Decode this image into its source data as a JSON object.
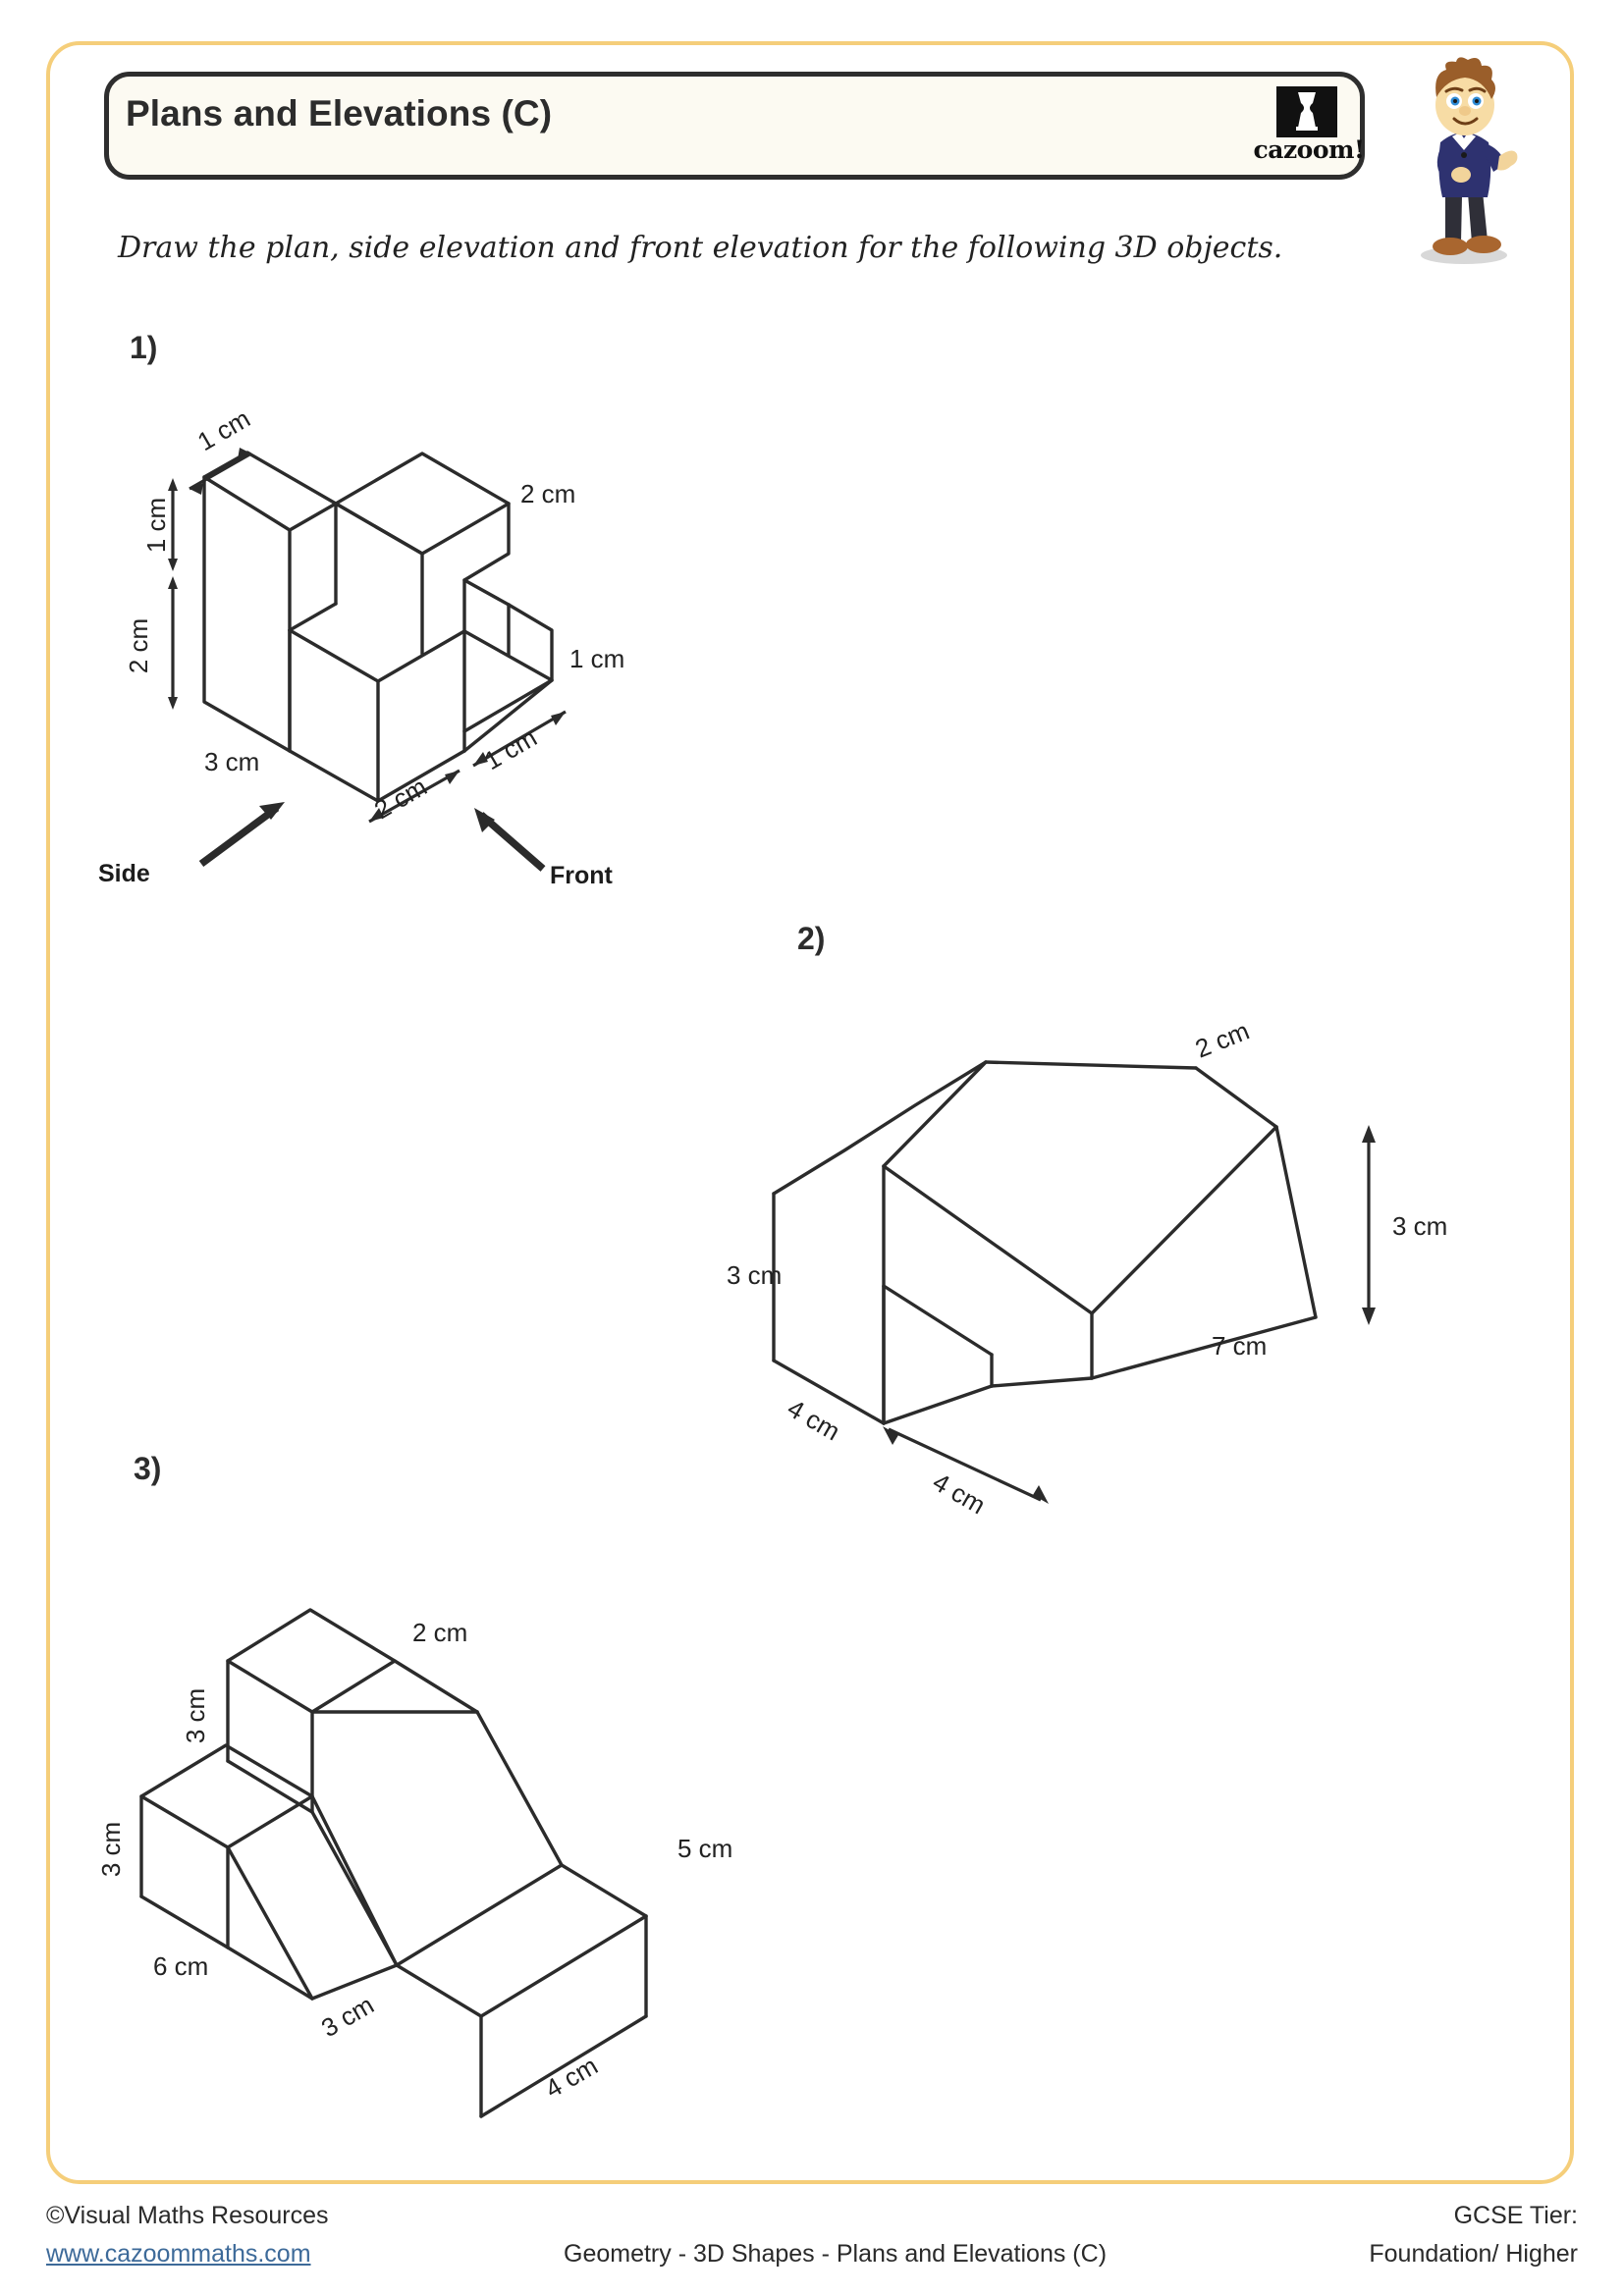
{
  "page": {
    "title": "Plans and Elevations (C)",
    "instruction": "Draw the plan, side elevation and front elevation for the following 3D objects."
  },
  "brand": {
    "logo_word": "cazoom!",
    "logo_icon": "hourglass-goblet-mark"
  },
  "questions": [
    {
      "number": "1)",
      "shape": "stepped-rectangular-block",
      "labels": {
        "top_left_depth": "1 cm",
        "top_right_width": "2 cm",
        "left_upper_height": "1 cm",
        "left_lower_height": "2 cm",
        "bottom_left_width": "3 cm",
        "right_height": "1 cm",
        "bottom_front_depth": "2 cm",
        "bottom_right_depth": "1 cm"
      },
      "view_markers": {
        "side": "Side",
        "front": "Front"
      }
    },
    {
      "number": "2)",
      "shape": "house-prism-with-notch",
      "labels": {
        "roof_ridge": "2 cm",
        "right_height": "3 cm",
        "left_height": "3 cm",
        "long_edge": "7 cm",
        "bottom_left_width": "4 cm",
        "bottom_front_depth": "4 cm"
      }
    },
    {
      "number": "3)",
      "shape": "stepped-ramp-solid",
      "labels": {
        "top_width": "2 cm",
        "upper_left_height": "3 cm",
        "lower_left_height": "3 cm",
        "right_length": "5 cm",
        "bottom_left_length": "6 cm",
        "bottom_center_width": "3 cm",
        "bottom_right_depth": "4 cm"
      }
    }
  ],
  "footer": {
    "copyright": "©Visual Maths Resources",
    "website": "www.cazoommaths.com",
    "center": "Geometry - 3D Shapes - Plans and Elevations (C)",
    "tier_label": "GCSE Tier:",
    "tier_value": "Foundation/ Higher"
  },
  "colors": {
    "frame_border": "#F5CE7A",
    "title_border": "#2E2E2E",
    "title_fill": "#FCFAF2",
    "ink": "#2B2B2B",
    "link": "#3D6A99"
  }
}
